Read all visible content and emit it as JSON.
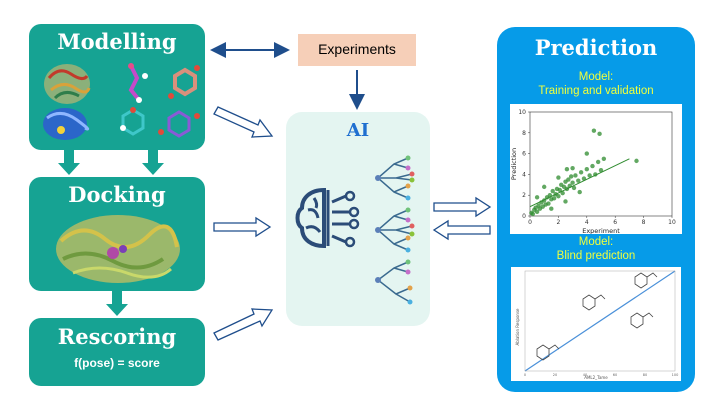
{
  "modelling": {
    "title": "Modelling"
  },
  "docking": {
    "title": "Docking"
  },
  "rescoring": {
    "title": "Rescoring",
    "formula": "f(pose) = score"
  },
  "experiments": {
    "label": "Experiments"
  },
  "ai": {
    "label": "AI"
  },
  "prediction": {
    "title": "Prediction",
    "model1": {
      "line1": "Model:",
      "line2": "Training and validation"
    },
    "model2": {
      "line1": "Model:",
      "line2": "Blind prediction"
    }
  },
  "colors": {
    "teal": "#16a393",
    "blue": "#069be8",
    "yellow": "#f1ff3b",
    "peach": "#f6cfb8",
    "ai_bg": "#e4f5f1"
  },
  "chart_data": {
    "type": "scatter",
    "xlabel": "Experiment",
    "ylabel": "Prediction",
    "xlim": [
      0,
      10
    ],
    "ylim": [
      0,
      10
    ],
    "x_ticks": [
      "0",
      "2",
      "4",
      "6",
      "8",
      "10"
    ],
    "y_ticks": [
      "0",
      "2",
      "4",
      "6",
      "8",
      "10"
    ],
    "points": [
      [
        0.1,
        0.3
      ],
      [
        0.2,
        0.2
      ],
      [
        0.3,
        0.6
      ],
      [
        0.4,
        0.8
      ],
      [
        0.5,
        0.4
      ],
      [
        0.6,
        1.0
      ],
      [
        0.7,
        0.7
      ],
      [
        0.8,
        1.3
      ],
      [
        0.9,
        0.9
      ],
      [
        1.0,
        1.5
      ],
      [
        1.1,
        1.1
      ],
      [
        1.2,
        1.8
      ],
      [
        1.3,
        1.2
      ],
      [
        1.4,
        2.0
      ],
      [
        1.5,
        1.6
      ],
      [
        1.6,
        2.4
      ],
      [
        1.7,
        1.7
      ],
      [
        1.8,
        2.1
      ],
      [
        1.9,
        2.6
      ],
      [
        2.0,
        1.9
      ],
      [
        2.1,
        2.5
      ],
      [
        2.2,
        3.0
      ],
      [
        2.3,
        2.2
      ],
      [
        2.4,
        2.8
      ],
      [
        2.5,
        3.3
      ],
      [
        2.6,
        2.6
      ],
      [
        2.7,
        3.5
      ],
      [
        2.8,
        2.9
      ],
      [
        2.9,
        3.8
      ],
      [
        3.0,
        3.2
      ],
      [
        3.1,
        2.7
      ],
      [
        3.2,
        3.9
      ],
      [
        3.4,
        3.4
      ],
      [
        3.6,
        4.2
      ],
      [
        3.8,
        3.6
      ],
      [
        4.0,
        4.5
      ],
      [
        4.2,
        3.9
      ],
      [
        4.4,
        4.8
      ],
      [
        4.6,
        4.0
      ],
      [
        4.8,
        5.2
      ],
      [
        5.0,
        4.4
      ],
      [
        5.2,
        5.5
      ],
      [
        0.5,
        1.8
      ],
      [
        1.0,
        2.8
      ],
      [
        1.5,
        0.7
      ],
      [
        2.0,
        3.7
      ],
      [
        2.5,
        1.4
      ],
      [
        3.0,
        4.6
      ],
      [
        3.5,
        2.3
      ],
      [
        4.0,
        6.0
      ],
      [
        2.6,
        4.5
      ],
      [
        4.5,
        8.2
      ],
      [
        4.9,
        7.9
      ],
      [
        7.5,
        5.3
      ]
    ],
    "trend": [
      [
        0,
        0.9
      ],
      [
        7,
        5.5
      ]
    ]
  },
  "chart2": {
    "ylabel": "Ablation Response",
    "xlabel": "AML2_Tame",
    "x_ticks": [
      "0",
      "20",
      "40",
      "60",
      "80",
      "100"
    ],
    "trend": [
      [
        0,
        0
      ],
      [
        100,
        100
      ]
    ]
  }
}
